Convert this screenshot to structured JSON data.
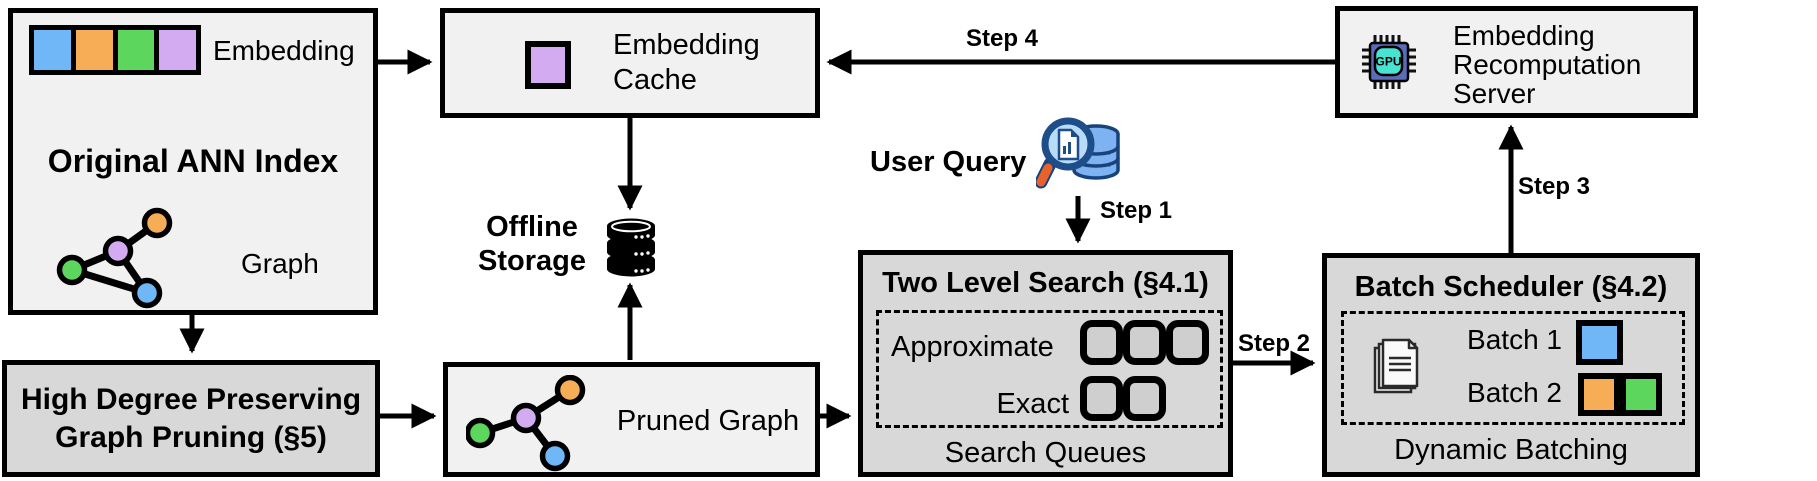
{
  "colors": {
    "blue": "#6FB7F7",
    "orange": "#F6AD55",
    "green": "#5CD65C",
    "purple": "#D2ABF0",
    "light_box": "#F1F1F1",
    "dark_box": "#D8D8D8",
    "queue_square": "#CFCFCF",
    "gpu_body": "#5B6CB8",
    "gpu_core": "#49E3D2",
    "query_db_fill": "#7FB2F0",
    "query_db_line": "#17437D",
    "query_lens": "#B8DCF7",
    "query_handle": "#E8622C"
  },
  "ann_index": {
    "title": "Original ANN Index",
    "embedding_label": "Embedding",
    "graph_label": "Graph",
    "embedding_cells": [
      "blue",
      "orange",
      "green",
      "purple"
    ]
  },
  "graph_pruning": {
    "line1": "High Degree Preserving",
    "line2": "Graph Pruning (§5)"
  },
  "embedding_cache": {
    "line1": "Embedding",
    "line2": "Cache"
  },
  "offline_storage": {
    "line1": "Offline",
    "line2": "Storage",
    "icon": "database-icon"
  },
  "pruned_graph": {
    "label": "Pruned Graph"
  },
  "user_query": {
    "label": "User Query",
    "icon": "query-search-database-icon"
  },
  "two_level_search": {
    "title": "Two Level Search (§4.1)",
    "approximate_label": "Approximate",
    "exact_label": "Exact",
    "caption": "Search Queues",
    "approximate_queue_count": 3,
    "exact_queue_count": 2
  },
  "batch_scheduler": {
    "title": "Batch Scheduler (§4.2)",
    "batch1_label": "Batch 1",
    "batch2_label": "Batch 2",
    "caption": "Dynamic Batching",
    "batch1_colors": [
      "blue"
    ],
    "batch2_colors": [
      "orange",
      "green"
    ],
    "icon": "document-stack-icon"
  },
  "recomputation_server": {
    "line1": "Embedding",
    "line2": "Recomputation",
    "line3": "Server",
    "gpu_chip_label": "GPU",
    "icon": "gpu-chip-icon"
  },
  "steps": {
    "step1": "Step 1",
    "step2": "Step 2",
    "step3": "Step 3",
    "step4": "Step 4"
  }
}
